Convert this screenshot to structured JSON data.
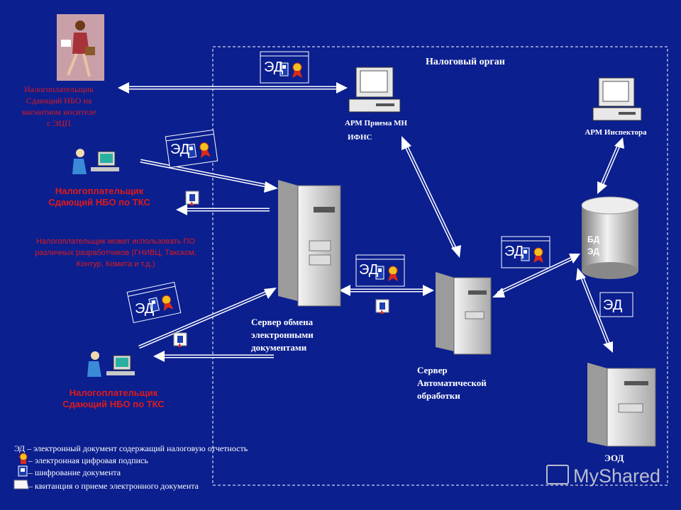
{
  "region_title": "Налоговый орган",
  "nodes": {
    "magnetic_taxpayer": [
      "Налогоплательщик",
      "Сдающий НБО на",
      "магнитном носителе",
      "с ЭЦП"
    ],
    "tks_taxpayer_1": [
      "Налогоплательщик",
      "Сдающий НБО по ТКС"
    ],
    "tks_taxpayer_2": [
      "Налогоплательщик",
      "Сдающий НБО по ТКС"
    ],
    "arm_receive": [
      "АРМ Приема МН",
      "ИФНС"
    ],
    "arm_inspector": "АРМ Инспектора",
    "db": [
      "БД",
      "ЭД"
    ],
    "exchange_server": [
      "Сервер обмена",
      "электронными",
      "документами"
    ],
    "auto_server": [
      "Сервер",
      "Автоматической",
      "обработки"
    ],
    "eod": "ЭОД"
  },
  "note": [
    "Налогоплательщик может использовать ПО",
    "различных разработчиков (ГНИВЦ, Такском,",
    "Контур, Комита и т.д.)"
  ],
  "doc_label": "ЭД",
  "legend": [
    "ЭД –  электронный документ содержащий налоговую отчетность",
    "– электронная цифровая подпись",
    "– шифрование документа",
    "– квитанция о приеме электронного документа"
  ],
  "watermark": "MyShared",
  "colors": {
    "background": "#0b1f8f",
    "label_red": "#e01a1a"
  }
}
